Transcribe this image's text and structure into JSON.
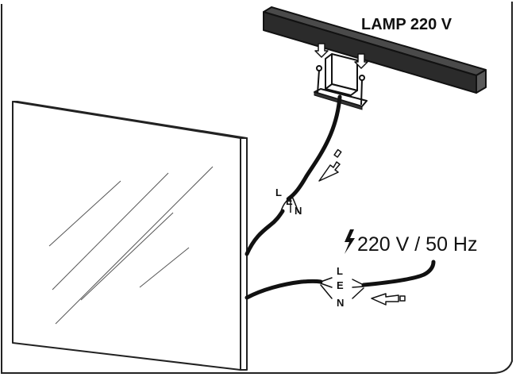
{
  "lamp_label": "LAMP 220 V",
  "power_label": "220 V / 50 Hz",
  "power_icon": "lightning-bolt-icon",
  "lamp_wires": {
    "l": "L",
    "e": "E",
    "n": "N"
  },
  "supply_wires": {
    "l": "L",
    "e": "E",
    "n": "N"
  }
}
